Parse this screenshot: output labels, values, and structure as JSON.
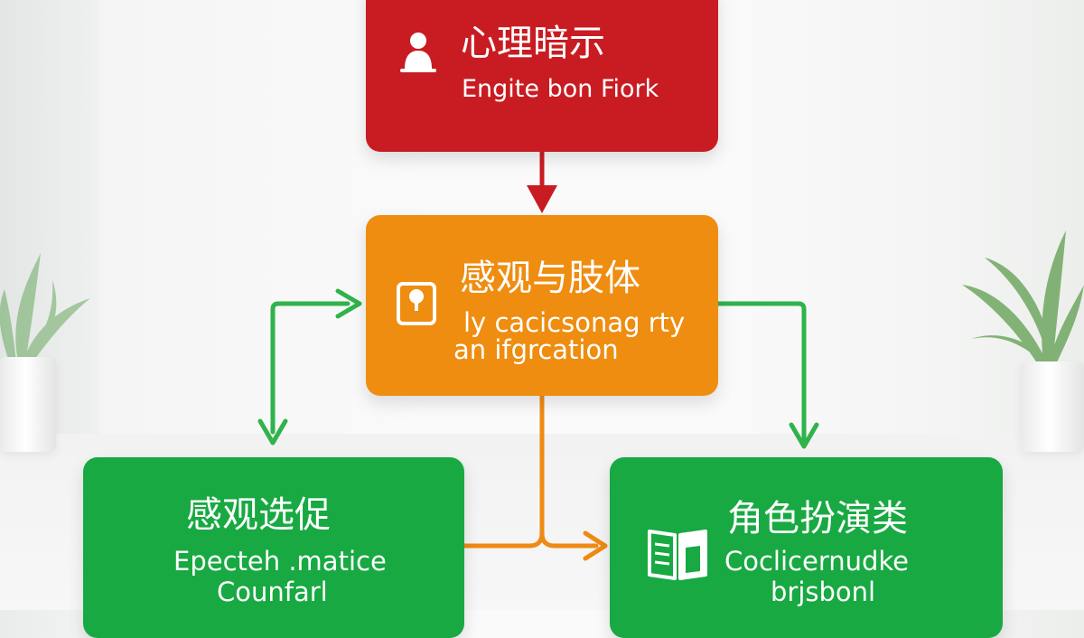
{
  "colors": {
    "red": "#c91c22",
    "orange": "#ee8d10",
    "green": "#18a942",
    "connector_red": "#c91c22",
    "connector_green": "#2fb34a",
    "connector_orange": "#ef8a14"
  },
  "nodes": {
    "top": {
      "title": "心理暗示",
      "subtitle": "Engite bon Fiork",
      "icon": "person-icon"
    },
    "middle": {
      "title": "感观与肢体",
      "subtitle_line1": "ly cacicsonag rty",
      "subtitle_line2": "an ifgrcation",
      "icon": "pin-card-icon"
    },
    "left": {
      "title": "感观选促",
      "subtitle_line1": "Epecteh .matice",
      "subtitle_line2": "Counfarl"
    },
    "right": {
      "title": "角色扮演类",
      "subtitle_line1": "Coclicernudke",
      "subtitle_line2": "brjsbonl",
      "icon": "open-book-icon"
    }
  }
}
